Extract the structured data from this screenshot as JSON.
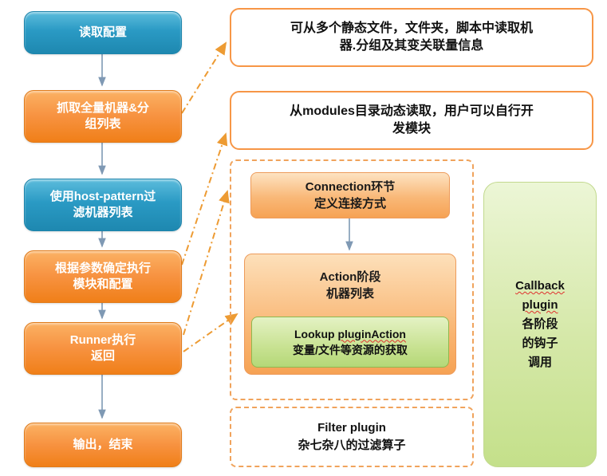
{
  "flow": {
    "steps": [
      {
        "label": "读取配置"
      },
      {
        "label": "抓取全量机器&分\n组列表"
      },
      {
        "label": "使用host-pattern过\n滤机器列表"
      },
      {
        "label": "根据参数确定执行\n模块和配置"
      },
      {
        "label": "Runner执行\n返回"
      },
      {
        "label": "输出，结束"
      }
    ]
  },
  "callouts": {
    "static_files": "可从多个静态文件，文件夹，脚本中读取机\n器.分组及其变关联量信息",
    "modules": "从modules目录动态读取，用户可以自行开\n发模块"
  },
  "plugin_panel": {
    "connection": "Connection环节\n定义连接方式",
    "action": "Action阶段\n机器列表",
    "lookup_prefix": "Lookup ",
    "lookup_word": "pluginAction",
    "lookup_desc": "变量/文件等资源的获取"
  },
  "filter": {
    "title": "Filter plugin",
    "desc": "杂七杂八的过滤算子"
  },
  "callback": {
    "word1": "Callback",
    "word2": "plugin",
    "rest": "各阶段\n的钩子\n调用"
  },
  "colors": {
    "step_blue": "#2A9AC4",
    "step_orange": "#F79240",
    "callout_border": "#F79646",
    "panel_dash": "#F0A35C",
    "green_box": "#C8E292",
    "callback_green": "#D5E8A8",
    "flow_arrow": "#7F99B4",
    "connector": "#ED9B33"
  }
}
